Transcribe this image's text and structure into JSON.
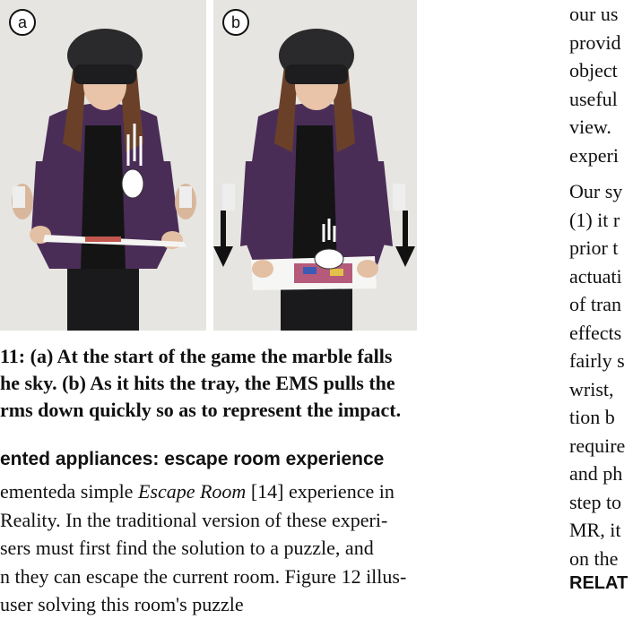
{
  "figure": {
    "panel_a_label": "a",
    "panel_b_label": "b",
    "caption_lines": [
      "11: (a) At the start of the game the marble falls",
      "he sky. (b) As it hits the tray, the EMS pulls the",
      "rms down quickly so as to represent the impact."
    ]
  },
  "section_heading": "ented appliances: escape room experience",
  "left_body": {
    "line1_pre": "ementeda simple ",
    "line1_italic": "Escape Room",
    "line1_post": " [14] experience in",
    "lines": [
      "Reality. In the traditional version of these experi-",
      "sers must first find the solution to a puzzle, and",
      "n they can escape the current room. Figure 12 illus-",
      "user solving this room's puzzle"
    ]
  },
  "right_body": {
    "para1": [
      "our us",
      "provid",
      "object",
      "useful",
      "view.",
      "experi"
    ],
    "para2": [
      "Our sy",
      "(1) it r",
      "prior t",
      "actuati",
      "of tran",
      "effects",
      "fairly s",
      "wrist,",
      "tion b",
      "require",
      "and ph",
      "step to",
      "MR, it",
      "on the"
    ],
    "heading": "RELAT"
  }
}
